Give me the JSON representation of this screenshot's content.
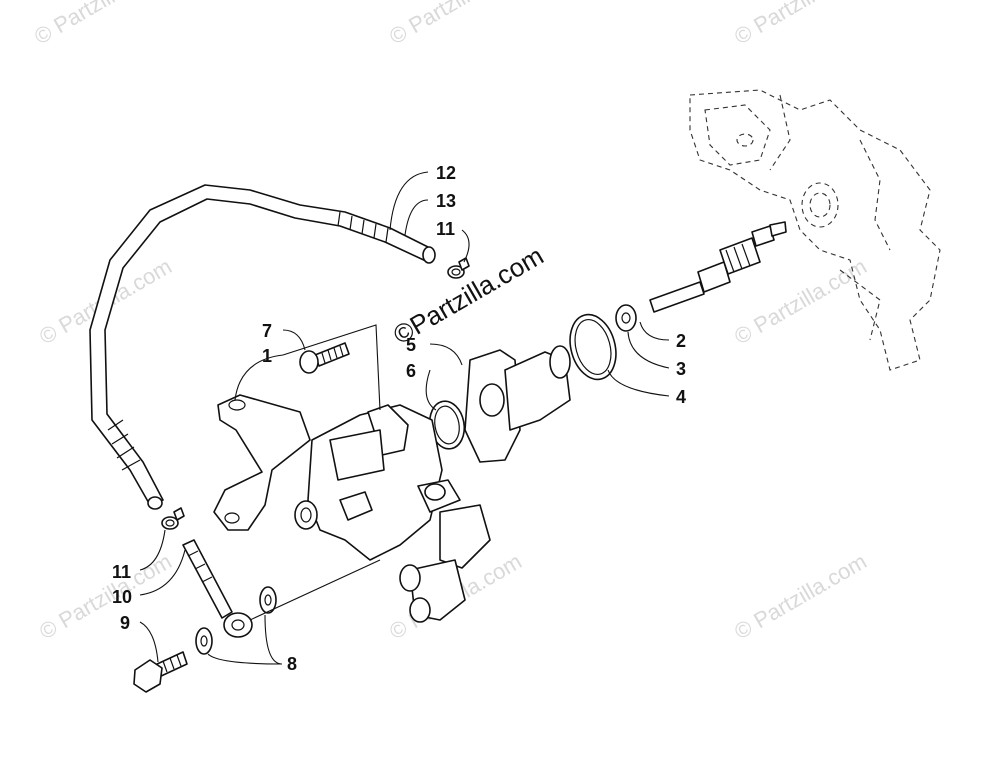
{
  "diagram": {
    "watermark_text": "© Partzilla.com",
    "center_watermark": "©Partzilla.com",
    "callouts": {
      "c1": "1",
      "c2": "2",
      "c3": "3",
      "c4": "4",
      "c5": "5",
      "c6": "6",
      "c7": "7",
      "c8": "8",
      "c9": "9",
      "c10": "10",
      "c11a": "11",
      "c11b": "11",
      "c12": "12",
      "c13": "13"
    }
  }
}
